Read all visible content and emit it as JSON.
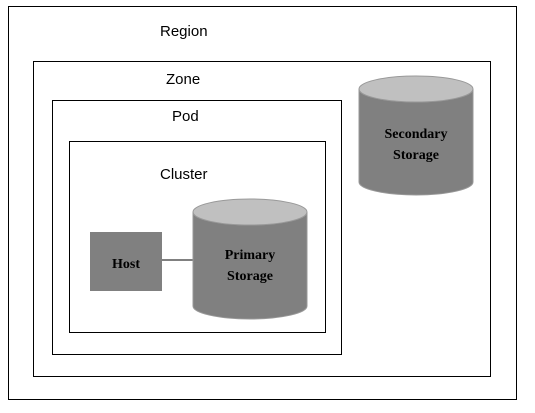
{
  "labels": {
    "region": "Region",
    "zone": "Zone",
    "pod": "Pod",
    "cluster": "Cluster",
    "host": "Host",
    "primary_storage": [
      "Primary",
      "Storage"
    ],
    "secondary_storage": [
      "Secondary",
      "Storage"
    ]
  },
  "colors": {
    "cylinder_body": "#808080",
    "cylinder_top": "#c0c0c0",
    "host_fill": "#808080",
    "border": "#000000",
    "background": "#ffffff"
  }
}
